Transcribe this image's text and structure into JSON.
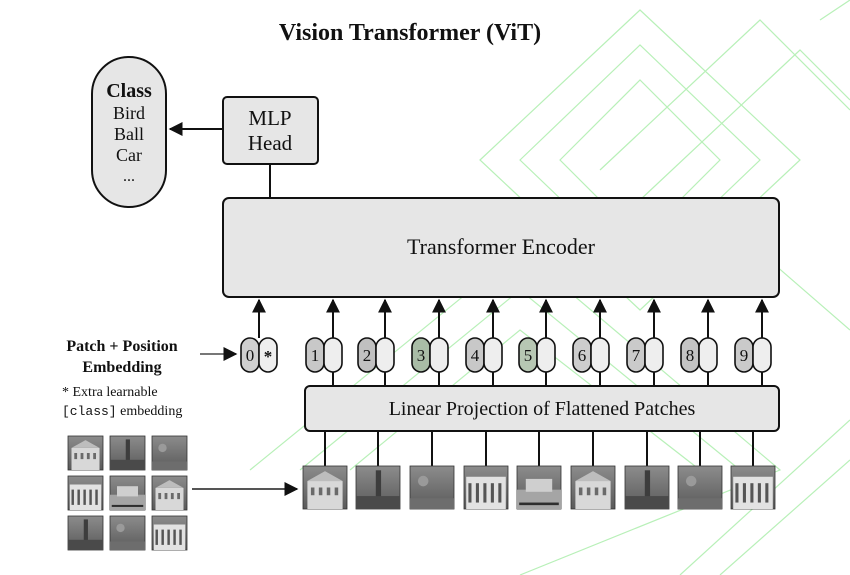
{
  "title": "Vision Transformer (ViT)",
  "class_box": {
    "heading": "Class",
    "items": [
      "Bird",
      "Ball",
      "Car",
      "..."
    ]
  },
  "mlp_head": {
    "line1": "MLP",
    "line2": "Head"
  },
  "encoder_label": "Transformer Encoder",
  "projection_label": "Linear Projection of Flattened Patches",
  "embedding_label": {
    "line1": "Patch + Position",
    "line2": "Embedding"
  },
  "extra_note": {
    "prefix": "* Extra learnable",
    "code": "[class]",
    "suffix": " embedding"
  },
  "tokens": [
    "0",
    "1",
    "2",
    "3",
    "4",
    "5",
    "6",
    "7",
    "8",
    "9"
  ],
  "class_token_symbol": "*",
  "colors": {
    "box_fill": "#e6e6e6",
    "stroke": "#111111",
    "token_fill": "#c9c9c9",
    "watermark": "#b8f0b8"
  }
}
